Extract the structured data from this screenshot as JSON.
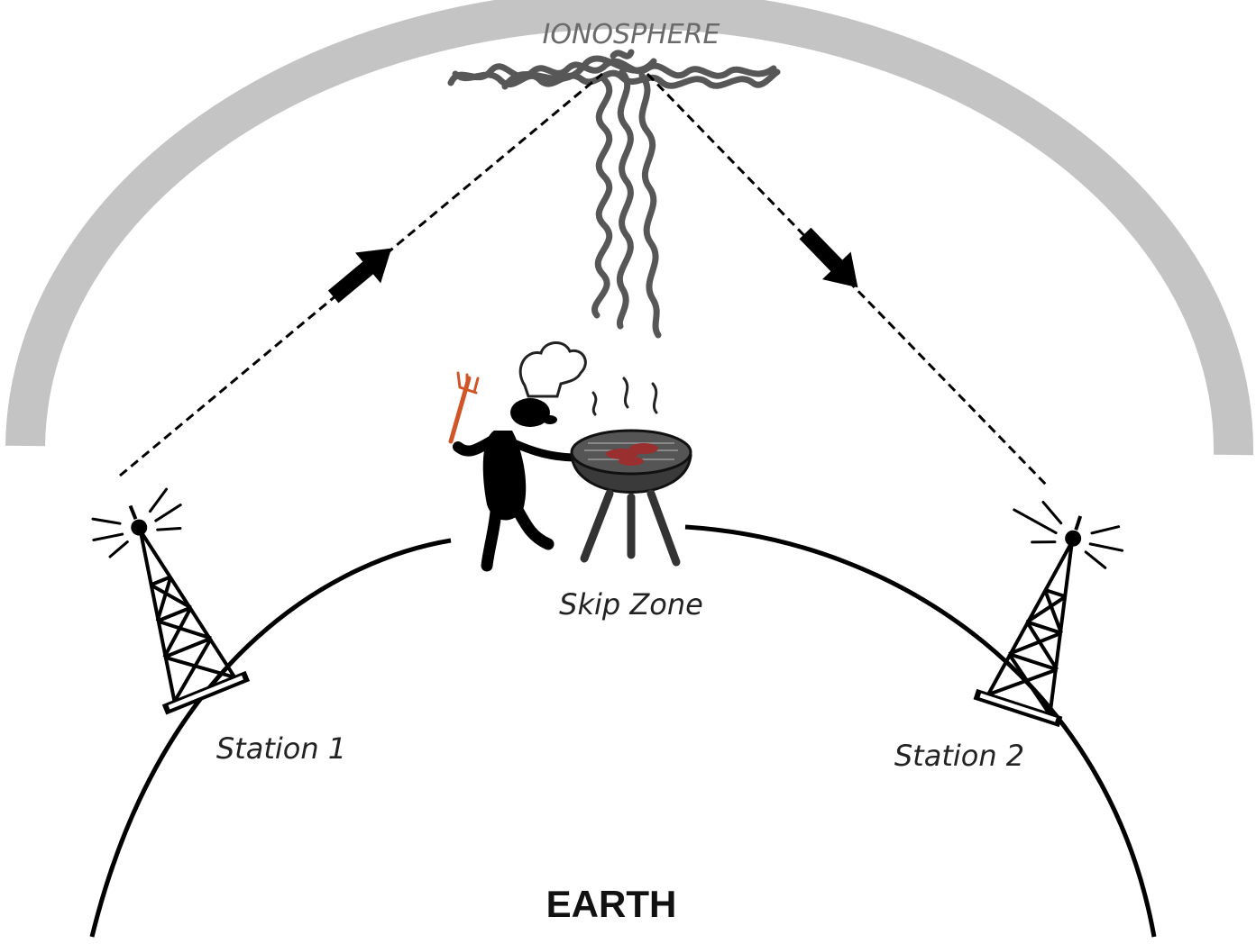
{
  "labels": {
    "ionosphere": "IONOSPHERE",
    "skip_zone": "Skip Zone",
    "station_1": "Station 1",
    "station_2": "Station 2",
    "earth": "EARTH"
  },
  "colors": {
    "ionosphere_band": "#c4c4c4",
    "ionosphere_label": "#6a6a6a",
    "scatter_squiggle": "#575757",
    "earth_outline": "#000000",
    "tower": "#000000",
    "fork": "#d0562a",
    "sausages": "#9a2f2f",
    "grill": "#3a3a3a"
  },
  "icons": {
    "station_1": "radio-tower-icon",
    "station_2": "radio-tower-icon",
    "skip_zone": "bbq-chef-icon"
  }
}
